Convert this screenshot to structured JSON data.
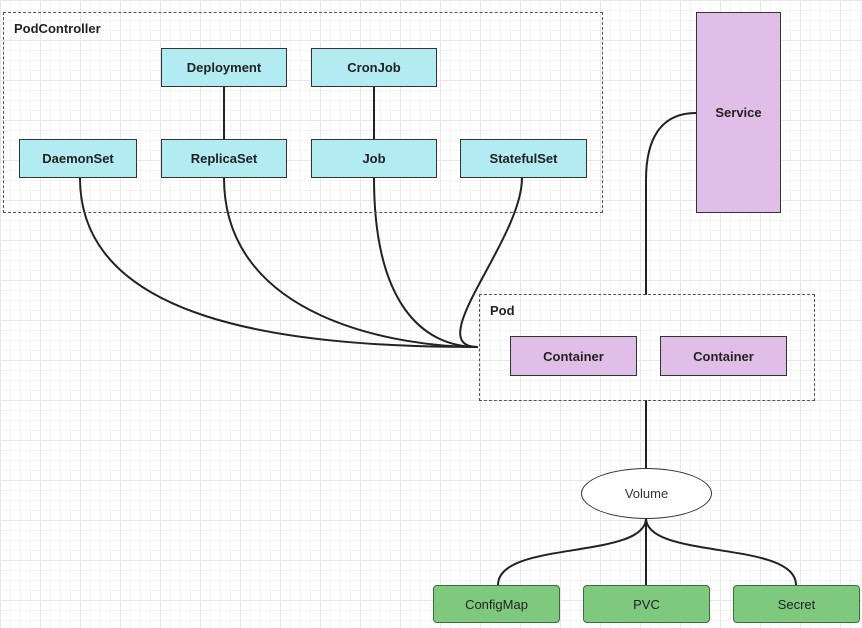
{
  "groups": {
    "pod_controller": "PodController",
    "pod": "Pod"
  },
  "nodes": {
    "deployment": "Deployment",
    "cronjob": "CronJob",
    "daemonset": "DaemonSet",
    "replicaset": "ReplicaSet",
    "job": "Job",
    "statefulset": "StatefulSet",
    "service": "Service",
    "container_1": "Container",
    "container_2": "Container",
    "volume": "Volume",
    "configmap": "ConfigMap",
    "pvc": "PVC",
    "secret": "Secret"
  },
  "colors": {
    "controller_fill": "#b2ebf2",
    "pod_fill": "#e1bee7",
    "storage_fill": "#7fc97f"
  }
}
